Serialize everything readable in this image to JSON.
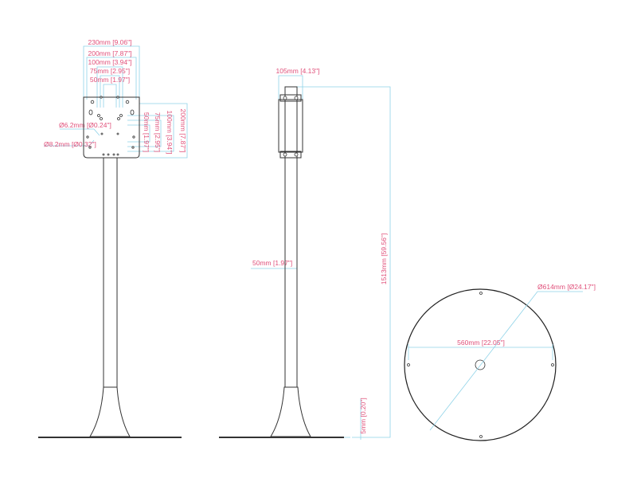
{
  "front_view": {
    "width_labels": [
      "230mm [9.06\"]",
      "200mm [7.87\"]",
      "100mm [3.94\"]",
      "75mm [2.95\"]",
      "50mm [1.97\"]"
    ],
    "height_labels": [
      "200mm [7.87\"]",
      "100mm [3.94\"]",
      "75mm [2.95\"]",
      "50mm [1.97\"]"
    ],
    "hole_small": "Ø6.2mm [Ø0.24\"]",
    "hole_large": "Ø8.2mm [Ø0.32\"]"
  },
  "side_view": {
    "bracket_width": "105mm [4.13\"]",
    "pole_diameter": "50mm [1.97\"]",
    "total_height": "1513mm [59.56\"]",
    "base_thickness": "5mm [0.20\"]"
  },
  "base_view": {
    "diameter": "Ø614mm [Ø24.17\"]",
    "hole_spacing": "560mm [22.05\"]"
  },
  "colors": {
    "dimension_line": "#8fd3e8",
    "label": "#e0507a",
    "outline": "#333333"
  }
}
